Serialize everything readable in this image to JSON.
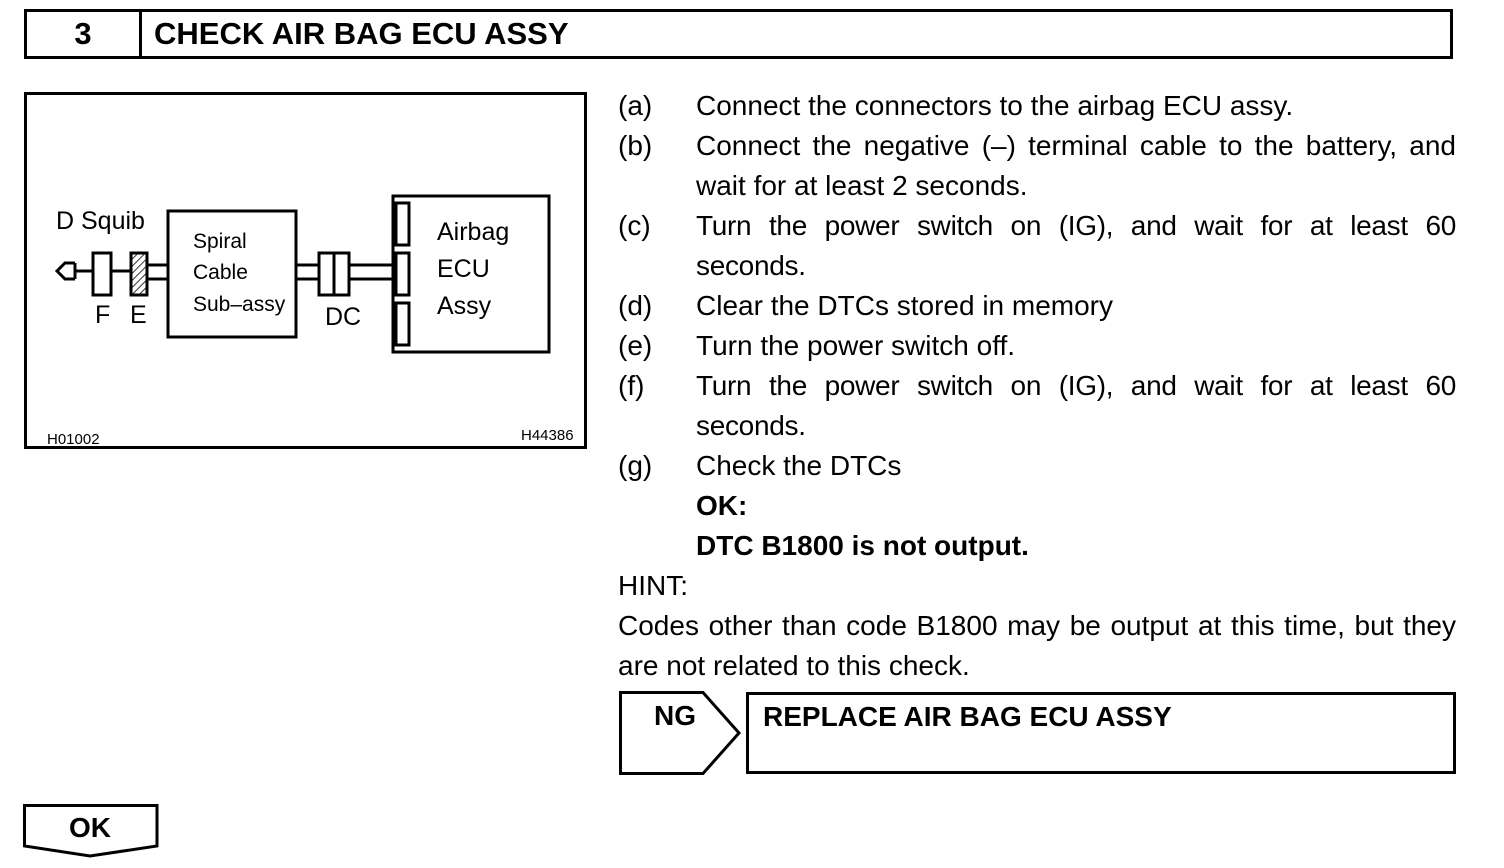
{
  "step": {
    "number": "3",
    "title": "CHECK AIR BAG ECU ASSY"
  },
  "diagram": {
    "squib_label": "D Squib",
    "spiral_lines": [
      "Spiral",
      "Cable",
      "Sub–assy"
    ],
    "ecu_lines": [
      "Airbag",
      "ECU",
      "Assy"
    ],
    "connector_f": "F",
    "connector_e": "E",
    "connector_dc": "DC",
    "code_left": "H01002",
    "code_right": "H44386"
  },
  "instructions": [
    {
      "letter": "(a)",
      "text": "Connect the connectors to the airbag ECU assy."
    },
    {
      "letter": "(b)",
      "text": "Connect the negative (–) terminal cable to the battery, and wait for at least 2 seconds."
    },
    {
      "letter": "(c)",
      "text": "Turn the power switch on (IG), and wait for at least 60 seconds."
    },
    {
      "letter": "(d)",
      "text": "Clear the DTCs stored in memory"
    },
    {
      "letter": "(e)",
      "text": "Turn the power switch off."
    },
    {
      "letter": "(f)",
      "text": "Turn the power switch on (IG), and wait for at least 60 seconds."
    },
    {
      "letter": "(g)",
      "text": "Check the DTCs"
    }
  ],
  "ok_criteria": {
    "label": "OK:",
    "text": "DTC B1800 is not output."
  },
  "hint": {
    "title": "HINT:",
    "text": "Codes other than code B1800 may be output at this time, but they are not related to this check."
  },
  "result_ng": {
    "label": "NG",
    "action": "REPLACE AIR BAG ECU ASSY"
  },
  "result_ok": {
    "label": "OK"
  }
}
